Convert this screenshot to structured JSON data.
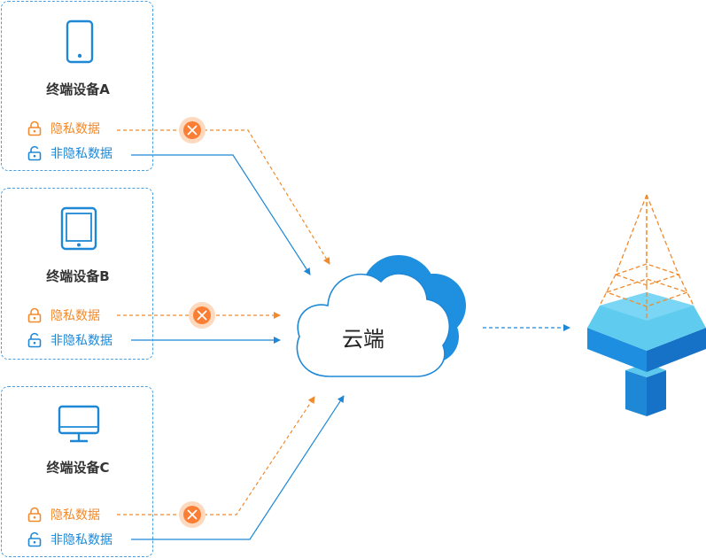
{
  "devices": [
    {
      "name": "终端设备A",
      "icon": "phone-icon",
      "private_label": "隐私数据",
      "public_label": "非隐私数据"
    },
    {
      "name": "终端设备B",
      "icon": "tablet-icon",
      "private_label": "隐私数据",
      "public_label": "非隐私数据"
    },
    {
      "name": "终端设备C",
      "icon": "monitor-icon",
      "private_label": "隐私数据",
      "public_label": "非隐私数据"
    }
  ],
  "cloud": {
    "label": "云端",
    "icon": "cloud-icon"
  },
  "result": {
    "icon": "model-funnel-icon"
  },
  "colors": {
    "private": "#f08a2c",
    "public": "#1e88d6",
    "block": "#fb7e35",
    "border": "#4a9fe0"
  }
}
